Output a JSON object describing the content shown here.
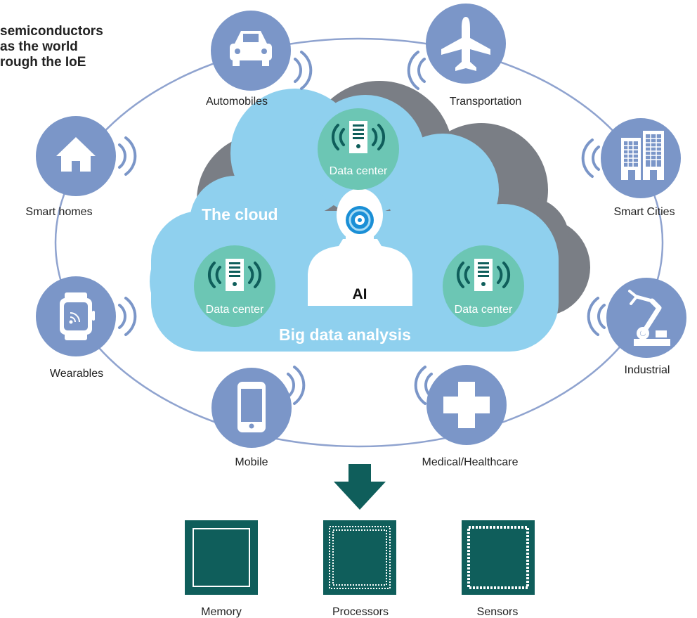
{
  "headline": {
    "line1": "semiconductors",
    "line2": "as the world",
    "line3": "rough the IoE"
  },
  "cloud": {
    "title": "The cloud",
    "subtitle": "Big data analysis",
    "ai_label": "AI",
    "data_center_label": "Data center"
  },
  "devices": {
    "automobiles": "Automobiles",
    "transportation": "Transportation",
    "smart_homes": "Smart homes",
    "smart_cities": "Smart Cities",
    "wearables": "Wearables",
    "industrial": "Industrial",
    "mobile": "Mobile",
    "medical": "Medical/Healthcare"
  },
  "chips": {
    "memory": "Memory",
    "processors": "Processors",
    "sensors": "Sensors"
  },
  "colors": {
    "device_circle": "#7b96c8",
    "ring": "#8fa3cf",
    "cloud": "#8fd0ee",
    "cloud_shadow": "#7a7e85",
    "data_center": "#6cc6b4",
    "chip": "#0f5e5b",
    "arrow": "#0f5e5b"
  },
  "icons": {
    "automobiles": "car-icon",
    "transportation": "airplane-icon",
    "smart_homes": "house-icon",
    "smart_cities": "buildings-icon",
    "wearables": "smartwatch-icon",
    "industrial": "robot-arm-icon",
    "mobile": "smartphone-icon",
    "medical": "medical-cross-icon",
    "data_center": "server-icon",
    "ai": "ai-head-icon"
  }
}
